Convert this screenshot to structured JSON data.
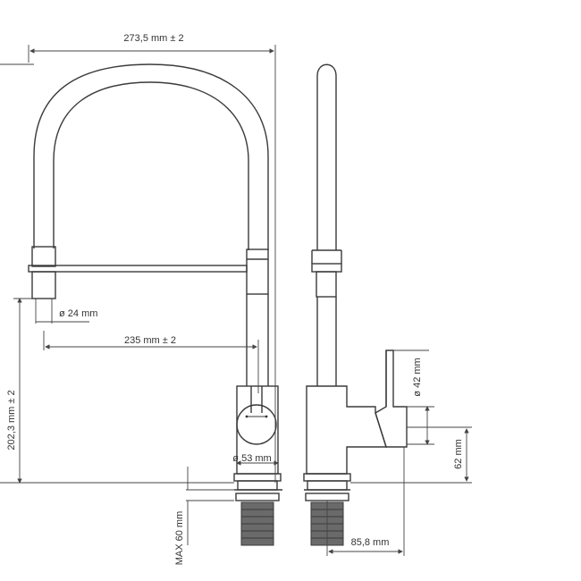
{
  "diagram": {
    "dimensions": {
      "total_width": "273,5 mm ± 2",
      "total_height": "202,3 mm ± 2",
      "spray_head_diameter": "ø 24 mm",
      "spout_reach": "235 mm ± 2",
      "body_diameter": "ø 53 mm",
      "max_deck_thickness": "MAX 60 mm",
      "lever_diameter": "ø 42 mm",
      "lever_height": "62 mm",
      "base_to_lever_depth": "85,8 mm"
    },
    "colors": {
      "line": "#3a3a3a",
      "thread": "#6a6a6a"
    }
  }
}
